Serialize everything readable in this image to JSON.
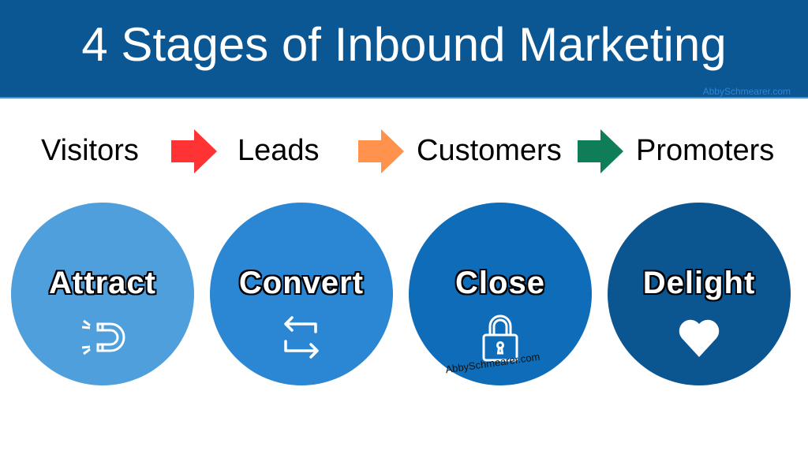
{
  "header": {
    "title": "4 Stages of Inbound Marketing",
    "watermark": "AbbySchmearer.com"
  },
  "flow": {
    "items": [
      "Visitors",
      "Leads",
      "Customers",
      "Promoters"
    ],
    "arrow_colors": [
      "#ff3333",
      "#ff924c",
      "#0f7d58"
    ]
  },
  "stages": [
    {
      "label": "Attract",
      "icon": "magnet-icon",
      "color": "#4f9fdc"
    },
    {
      "label": "Convert",
      "icon": "exchange-arrows-icon",
      "color": "#2b87d4"
    },
    {
      "label": "Close",
      "icon": "lock-icon",
      "color": "#0f6cb8",
      "watermark": "AbbySchmearer.com"
    },
    {
      "label": "Delight",
      "icon": "heart-icon",
      "color": "#0b5591"
    }
  ]
}
